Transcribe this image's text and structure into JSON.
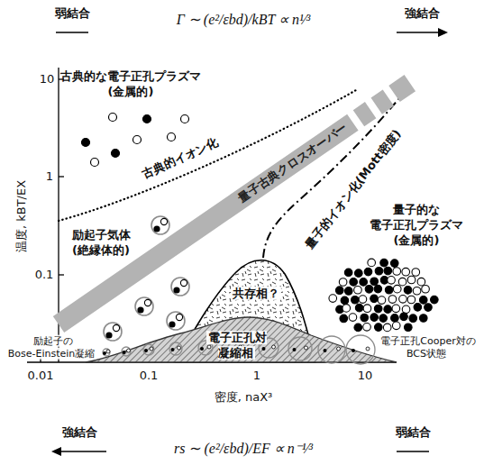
{
  "diagram": {
    "nodes": [
      {
        "text": [
          "量子古典クロスオーバー"
        ]
      },
      {
        "text": [
          "共存相？"
        ]
      },
      {
        "text": [
          "電子正孔対 凝縮相"
        ]
      }
    ],
    "labels": [
      "弱結合",
      "Γ ∼ (e²/εbd)/kBT ∝ n¹⁄³",
      "強結合",
      "古典的な電子正孔プラズマ (金属的)",
      "古典的イオン化",
      "量子的イオン化(Mott密度)",
      "量子的な 電子正孔プラズマ (金属的)",
      "励起子気体 (絶縁体的)",
      "10",
      "1",
      "0.1",
      "温度, kBT/EX",
      "励起子の Bose-Einstein凝縮",
      "電子正孔Cooper対の BCS状態",
      "0.01",
      "0.1",
      "1",
      "10",
      "密度, naX³",
      "強結合",
      "rs ∼ (e²/εbd)/EF ∝ n⁻¹⁄³",
      "弱結合"
    ]
  }
}
